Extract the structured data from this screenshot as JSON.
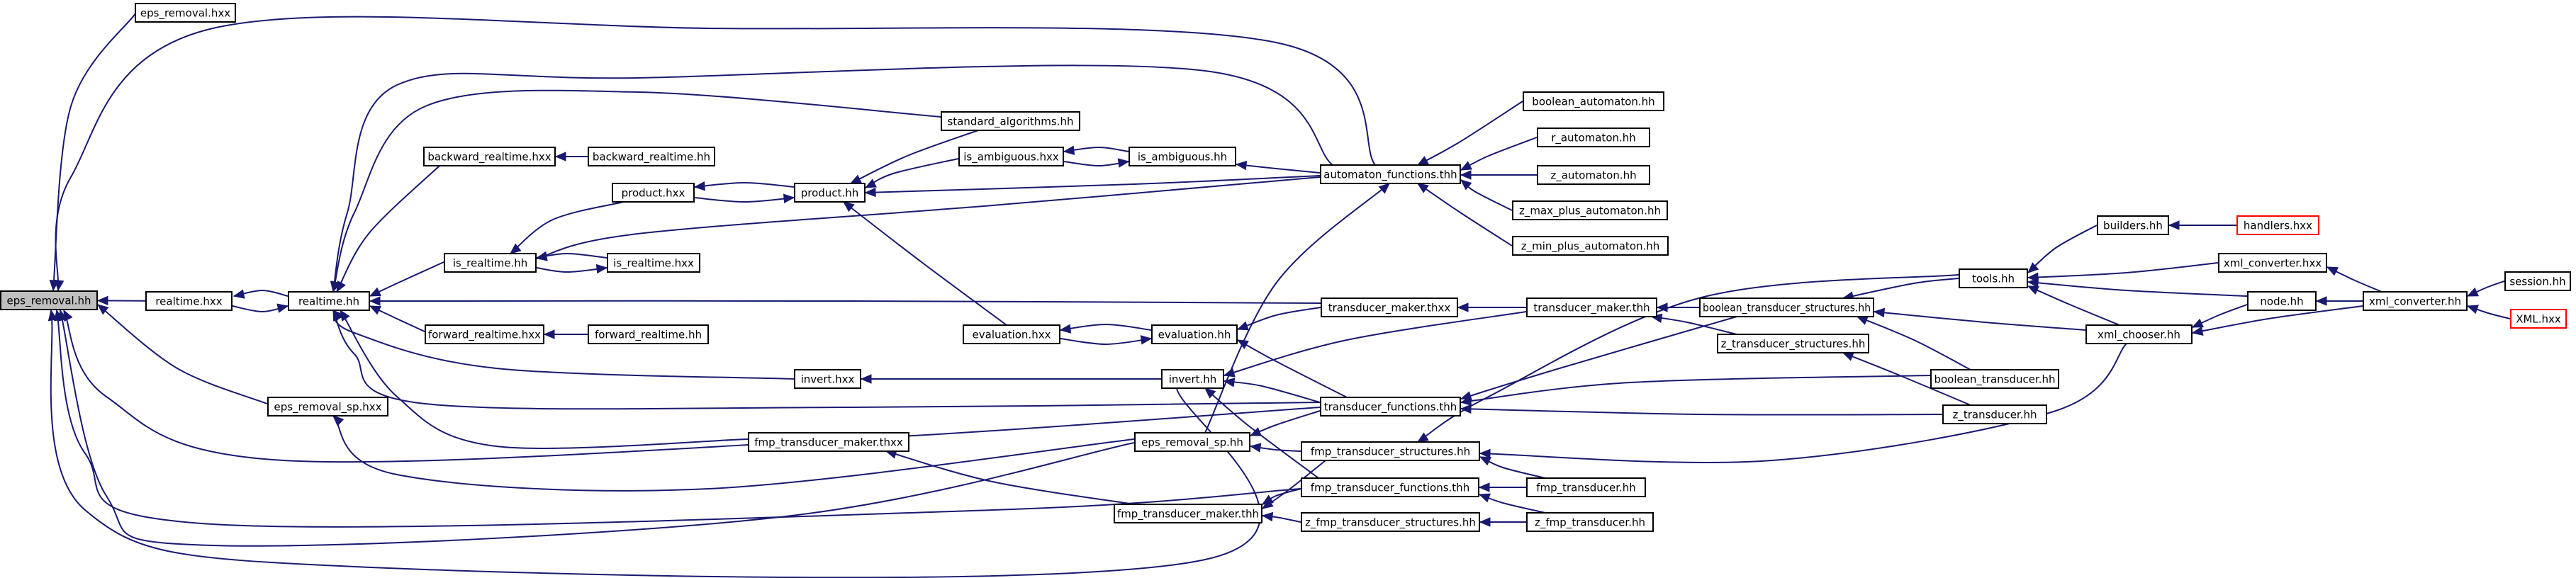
{
  "colors": {
    "edge": "#191970",
    "border": "#000000",
    "highlight_fill": "#bfbfbf",
    "external_border": "#ff0000",
    "background": "#ffffff"
  },
  "nodes": [
    {
      "id": "eps_removal_hh",
      "label": "eps_removal.hh",
      "highlight": true
    },
    {
      "id": "eps_removal_hxx",
      "label": "eps_removal.hxx"
    },
    {
      "id": "realtime_hxx",
      "label": "realtime.hxx"
    },
    {
      "id": "realtime_hh",
      "label": "realtime.hh"
    },
    {
      "id": "eps_removal_sp_hxx",
      "label": "eps_removal_sp.hxx"
    },
    {
      "id": "backward_realtime_hxx",
      "label": "backward_realtime.hxx"
    },
    {
      "id": "backward_realtime_hh",
      "label": "backward_realtime.hh"
    },
    {
      "id": "is_realtime_hh",
      "label": "is_realtime.hh"
    },
    {
      "id": "is_realtime_hxx",
      "label": "is_realtime.hxx"
    },
    {
      "id": "forward_realtime_hxx",
      "label": "forward_realtime.hxx"
    },
    {
      "id": "forward_realtime_hh",
      "label": "forward_realtime.hh"
    },
    {
      "id": "product_hxx",
      "label": "product.hxx"
    },
    {
      "id": "product_hh",
      "label": "product.hh"
    },
    {
      "id": "standard_algorithms_hh",
      "label": "standard_algorithms.hh"
    },
    {
      "id": "is_ambiguous_hxx",
      "label": "is_ambiguous.hxx"
    },
    {
      "id": "is_ambiguous_hh",
      "label": "is_ambiguous.hh"
    },
    {
      "id": "automaton_functions_thh",
      "label": "automaton_functions.thh"
    },
    {
      "id": "boolean_automaton_hh",
      "label": "boolean_automaton.hh"
    },
    {
      "id": "r_automaton_hh",
      "label": "r_automaton.hh"
    },
    {
      "id": "z_automaton_hh",
      "label": "z_automaton.hh"
    },
    {
      "id": "z_max_plus_automaton_hh",
      "label": "z_max_plus_automaton.hh"
    },
    {
      "id": "z_min_plus_automaton_hh",
      "label": "z_min_plus_automaton.hh"
    },
    {
      "id": "invert_hxx",
      "label": "invert.hxx"
    },
    {
      "id": "evaluation_hxx",
      "label": "evaluation.hxx"
    },
    {
      "id": "evaluation_hh",
      "label": "evaluation.hh"
    },
    {
      "id": "invert_hh",
      "label": "invert.hh"
    },
    {
      "id": "transducer_maker_thxx",
      "label": "transducer_maker.thxx"
    },
    {
      "id": "transducer_maker_thh",
      "label": "transducer_maker.thh"
    },
    {
      "id": "fmp_transducer_maker_thxx",
      "label": "fmp_transducer_maker.thxx"
    },
    {
      "id": "eps_removal_sp_hh",
      "label": "eps_removal_sp.hh"
    },
    {
      "id": "transducer_functions_thh",
      "label": "transducer_functions.thh"
    },
    {
      "id": "fmp_transducer_structures_hh",
      "label": "fmp_transducer_structures.hh"
    },
    {
      "id": "fmp_transducer_functions_thh",
      "label": "fmp_transducer_functions.thh"
    },
    {
      "id": "fmp_transducer_maker_thh",
      "label": "fmp_transducer_maker.thh"
    },
    {
      "id": "z_fmp_transducer_structures_hh",
      "label": "z_fmp_transducer_structures.hh"
    },
    {
      "id": "fmp_transducer_hh",
      "label": "fmp_transducer.hh"
    },
    {
      "id": "z_fmp_transducer_hh",
      "label": "z_fmp_transducer.hh"
    },
    {
      "id": "boolean_transducer_structures_hh",
      "label": "boolean_transducer_structures.hh"
    },
    {
      "id": "z_transducer_structures_hh",
      "label": "z_transducer_structures.hh"
    },
    {
      "id": "boolean_transducer_hh",
      "label": "boolean_transducer.hh"
    },
    {
      "id": "z_transducer_hh",
      "label": "z_transducer.hh"
    },
    {
      "id": "tools_hh",
      "label": "tools.hh"
    },
    {
      "id": "builders_hh",
      "label": "builders.hh"
    },
    {
      "id": "handlers_hxx",
      "label": "handlers.hxx",
      "external": true
    },
    {
      "id": "xml_converter_hxx",
      "label": "xml_converter.hxx"
    },
    {
      "id": "node_hh",
      "label": "node.hh"
    },
    {
      "id": "xml_chooser_hh",
      "label": "xml_chooser.hh"
    },
    {
      "id": "xml_converter_hh",
      "label": "xml_converter.hh"
    },
    {
      "id": "session_hh",
      "label": "session.hh"
    },
    {
      "id": "XML_hxx",
      "label": "XML.hxx",
      "external": true
    }
  ]
}
